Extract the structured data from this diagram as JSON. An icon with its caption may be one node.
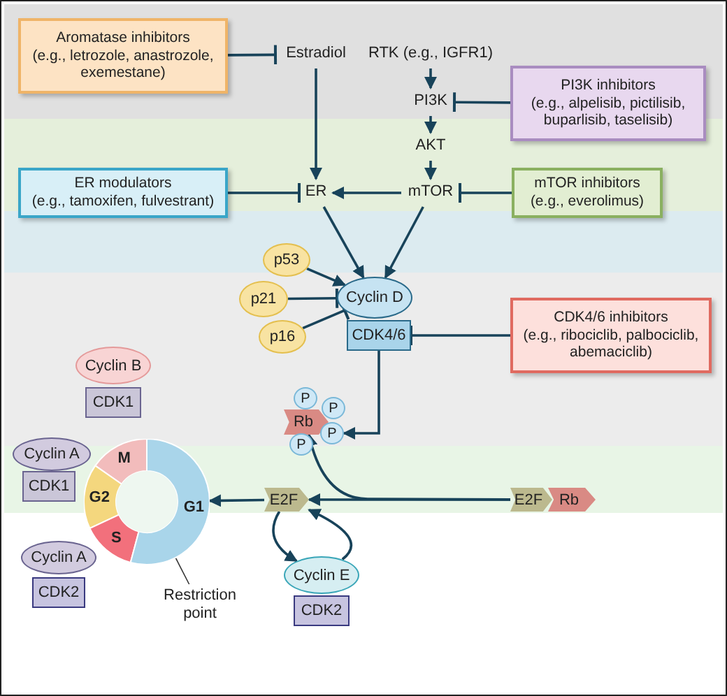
{
  "diagram": {
    "nodes": [
      {
        "text": [
          "Aromatase inhibitors",
          "(e.g., letrozole, anastrozole, exemestane)"
        ]
      },
      {
        "text": [
          "Estradiol"
        ]
      },
      {
        "text": [
          "RTK (e.g., IGFR1)"
        ]
      },
      {
        "text": [
          "PI3K inhibitors",
          "(e.g., alpelisib, pictilisib, buparlisib, taselisib)"
        ]
      },
      {
        "text": [
          "PI3K"
        ]
      },
      {
        "text": [
          "AKT"
        ]
      },
      {
        "text": [
          "ER modulators",
          "(e.g., tamoxifen, fulvestrant)"
        ]
      },
      {
        "text": [
          "ER"
        ]
      },
      {
        "text": [
          "mTOR"
        ]
      },
      {
        "text": [
          "mTOR inhibitors",
          "(e.g., everolimus)"
        ]
      },
      {
        "text": [
          "p53"
        ]
      },
      {
        "text": [
          "p21"
        ]
      },
      {
        "text": [
          "p16"
        ]
      },
      {
        "text": [
          "Cyclin D"
        ]
      },
      {
        "text": [
          "CDK4/6"
        ]
      },
      {
        "text": [
          "CDK4/6 inhibitors",
          "(e.g., ribociclib, palbociclib, abemaciclib)"
        ]
      },
      {
        "text": [
          "Cyclin B"
        ]
      },
      {
        "text": [
          "CDK1"
        ]
      },
      {
        "text": [
          "P"
        ]
      },
      {
        "text": [
          "P"
        ]
      },
      {
        "text": [
          "Rb"
        ]
      },
      {
        "text": [
          "P"
        ]
      },
      {
        "text": [
          "P"
        ]
      },
      {
        "text": [
          "Cyclin A"
        ]
      },
      {
        "text": [
          "CDK1"
        ]
      },
      {
        "text": [
          "M",
          "G2",
          "S",
          "G1"
        ]
      },
      {
        "text": [],
        "shape": "circle",
        "in": 25
      },
      {
        "text": [
          "E2F"
        ]
      },
      {
        "text": [
          "Cyclin A"
        ]
      },
      {
        "text": [
          "CDK2"
        ]
      },
      {
        "text": [
          "Restriction point"
        ]
      },
      {
        "text": [
          "Cyclin E"
        ]
      },
      {
        "text": [
          "CDK2"
        ]
      },
      {
        "text": [
          "E2F"
        ]
      },
      {
        "text": [
          "Rb"
        ]
      }
    ],
    "edges": [
      {
        "from": 0,
        "to": 1,
        "arrow": "other"
      },
      {
        "from": 1,
        "to": 7,
        "arrow": "to"
      },
      {
        "from": 2,
        "to": 4,
        "arrow": "to"
      },
      {
        "from": 3,
        "to": 4,
        "arrow": "other"
      },
      {
        "from": 4,
        "to": 5,
        "arrow": "to"
      },
      {
        "from": 5,
        "to": 8,
        "arrow": "to"
      },
      {
        "from": 6,
        "to": 7,
        "arrow": "other"
      },
      {
        "from": 8,
        "to": 7,
        "arrow": "to"
      },
      {
        "from": 9,
        "to": 8,
        "arrow": "other"
      },
      {
        "from": 7,
        "to": 13,
        "arrow": "to"
      },
      {
        "from": 8,
        "to": 13,
        "arrow": "to"
      },
      {
        "from": 10,
        "to": 13,
        "arrow": "to"
      },
      {
        "from": 11,
        "to": 13,
        "arrow": "other"
      },
      {
        "from": 12,
        "to": 13,
        "arrow": "other"
      },
      {
        "from": 15,
        "to": 14,
        "arrow": "other"
      },
      {
        "from": 14,
        "to": 21,
        "arrow": "to"
      },
      {
        "from": 33,
        "to": 27,
        "arrow": "to"
      },
      {
        "from": 33,
        "to": 20,
        "arrow": "to"
      },
      {
        "from": 27,
        "to": 25,
        "arrow": "to"
      },
      {
        "from": 27,
        "to": 31,
        "arrow": "to"
      },
      {
        "from": 31,
        "to": 27,
        "arrow": "to"
      },
      {
        "from": 30,
        "to": 26,
        "arrow": "none"
      }
    ]
  }
}
